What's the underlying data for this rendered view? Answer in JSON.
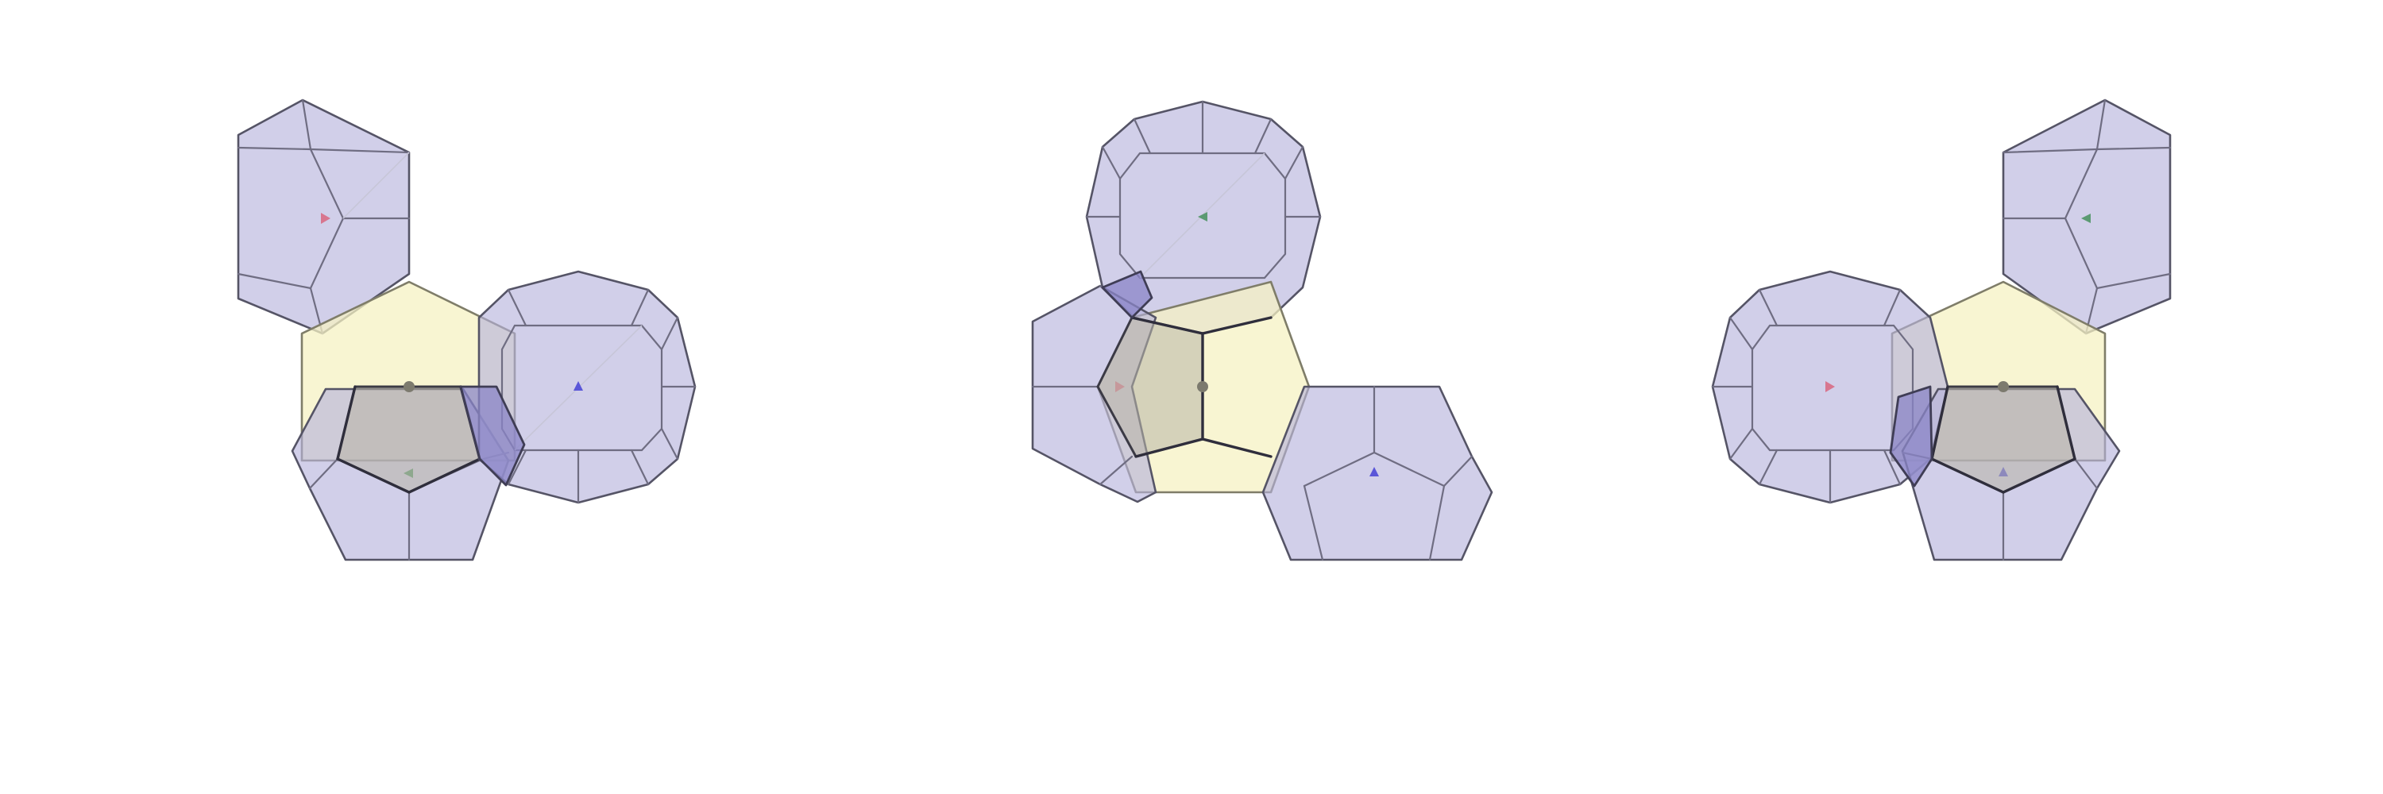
{
  "figure": {
    "panels": [
      {
        "name": "left-panel"
      },
      {
        "name": "middle-panel"
      },
      {
        "name": "right-panel"
      }
    ],
    "colors": {
      "purple_face": "#b4b2db",
      "yellow_face": "#f5f1c3",
      "dark_face": "#8a84c7",
      "edge": "#555466",
      "marker_red": "#d8768f",
      "marker_green": "#5b9a72",
      "marker_blue": "#5a56d8"
    }
  }
}
